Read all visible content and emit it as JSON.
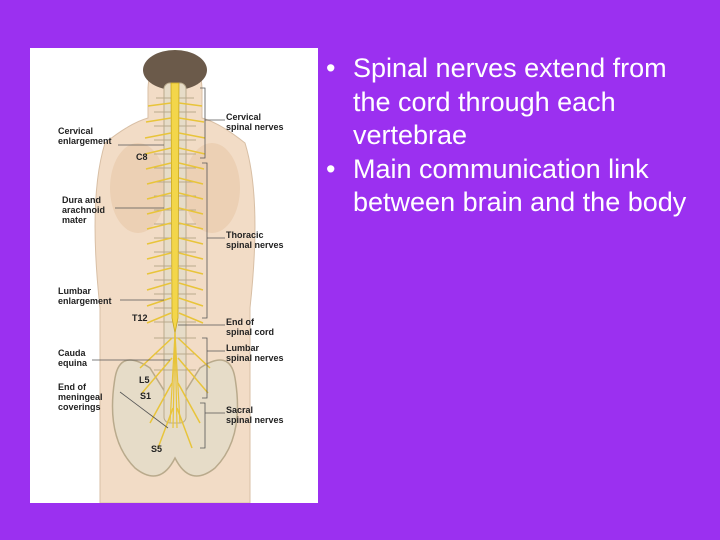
{
  "slide": {
    "bullets": [
      {
        "text": "Spinal nerves extend from the cord through each vertebrae"
      },
      {
        "text": "Main communication link between brain and the body"
      }
    ],
    "bullet_glyph": "•"
  },
  "figure": {
    "labels_left": {
      "cervical_enlargement_1": "Cervical",
      "cervical_enlargement_2": "enlargement",
      "dura_1": "Dura and",
      "dura_2": "arachnoid",
      "dura_3": "mater",
      "lumbar_enlargement_1": "Lumbar",
      "lumbar_enlargement_2": "enlargement",
      "cauda_1": "Cauda",
      "cauda_2": "equina",
      "end_meningeal_1": "End of",
      "end_meningeal_2": "meningeal",
      "end_meningeal_3": "coverings"
    },
    "labels_right": {
      "cervical_nerves_1": "Cervical",
      "cervical_nerves_2": "spinal nerves",
      "thoracic_nerves_1": "Thoracic",
      "thoracic_nerves_2": "spinal nerves",
      "end_cord_1": "End of",
      "end_cord_2": "spinal cord",
      "lumbar_nerves_1": "Lumbar",
      "lumbar_nerves_2": "spinal nerves",
      "sacral_nerves_1": "Sacral",
      "sacral_nerves_2": "spinal nerves"
    },
    "vertebra_marks": {
      "c8": "C8",
      "t12": "T12",
      "l5": "L5",
      "s1": "S1",
      "s5": "S5"
    },
    "colors": {
      "background": "#9b30f0",
      "skin": "#f2dcc6",
      "bone": "#e6dcc8",
      "cord": "#f3d64a",
      "nerve": "#e8c43a"
    }
  }
}
